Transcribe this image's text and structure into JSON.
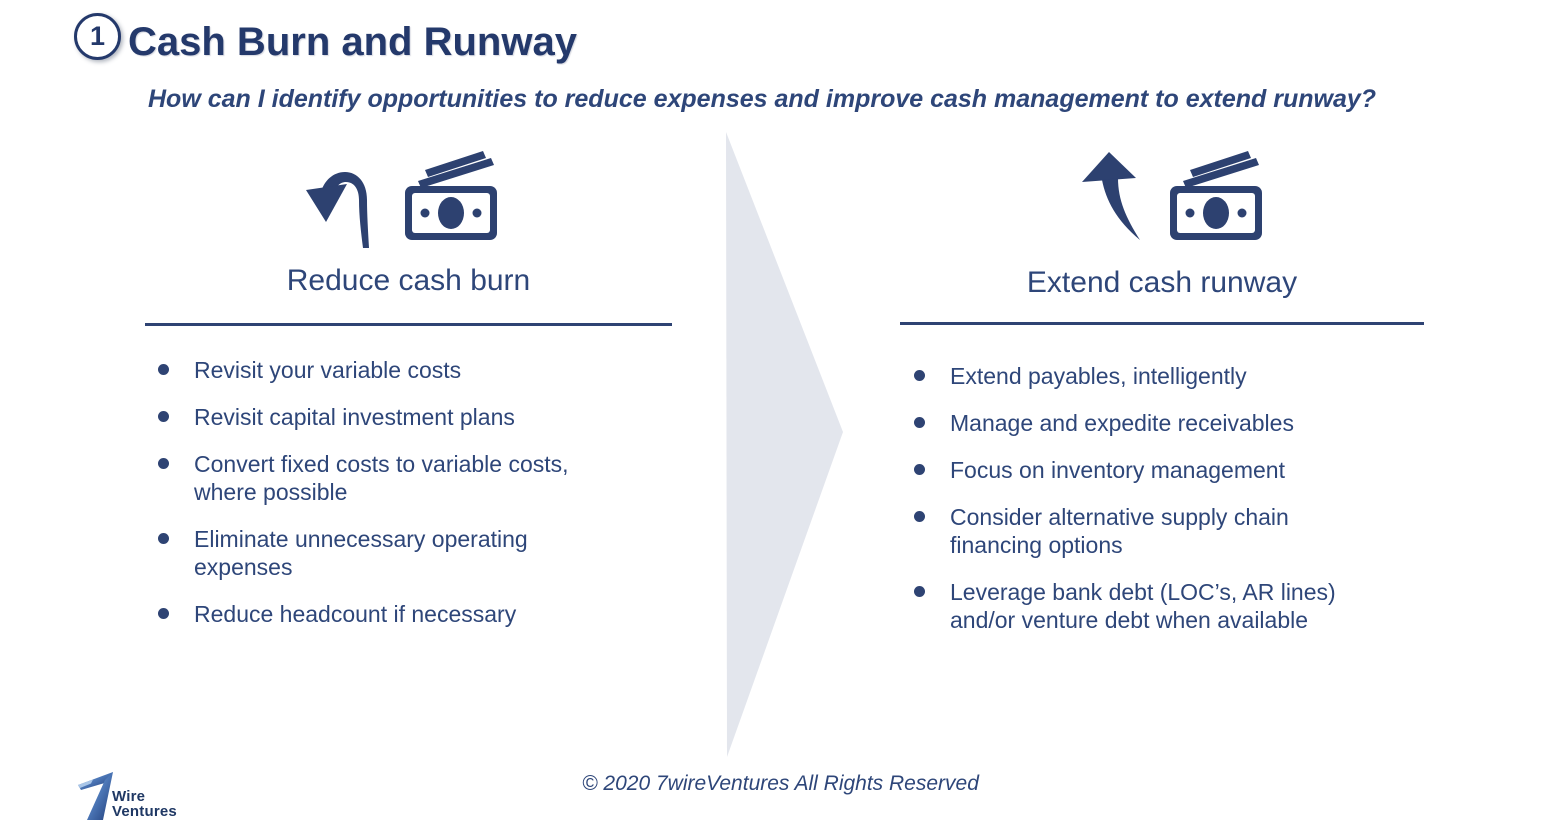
{
  "slide": {
    "badge_number": "1",
    "title": "Cash Burn and Runway",
    "subtitle": "How can I identify opportunities to reduce expenses and improve cash management to extend runway?",
    "columns": [
      {
        "heading": "Reduce cash burn",
        "icon": "u-turn-down-arrow-icon and cash-stack-icon",
        "bullets": [
          "Revisit your variable costs",
          "Revisit capital investment plans",
          "Convert fixed costs to variable costs, where possible",
          "Eliminate unnecessary operating expenses",
          "Reduce headcount if necessary"
        ]
      },
      {
        "heading": "Extend cash runway",
        "icon": "up-arrow-icon and cash-stack-icon",
        "bullets": [
          "Extend payables, intelligently",
          "Manage and expedite receivables",
          "Focus on inventory management",
          "Consider alternative supply chain financing options",
          "Leverage bank debt (LOC’s, AR lines) and/or venture debt when available"
        ]
      }
    ],
    "footer": {
      "logo_numeral": "7",
      "logo_line1": "Wire",
      "logo_line2": "Ventures",
      "copyright": "© 2020 7wireVentures All Rights Reserved"
    },
    "colors": {
      "title_navy": "#24396b",
      "body_navy": "#2e4679",
      "icon_navy": "#2d4170",
      "divider_navy": "#2e4373",
      "center_arrow_fill": "#e3e6ed",
      "logo_gradient_light": "#7ca9de",
      "logo_gradient_dark": "#1f3b77"
    }
  }
}
